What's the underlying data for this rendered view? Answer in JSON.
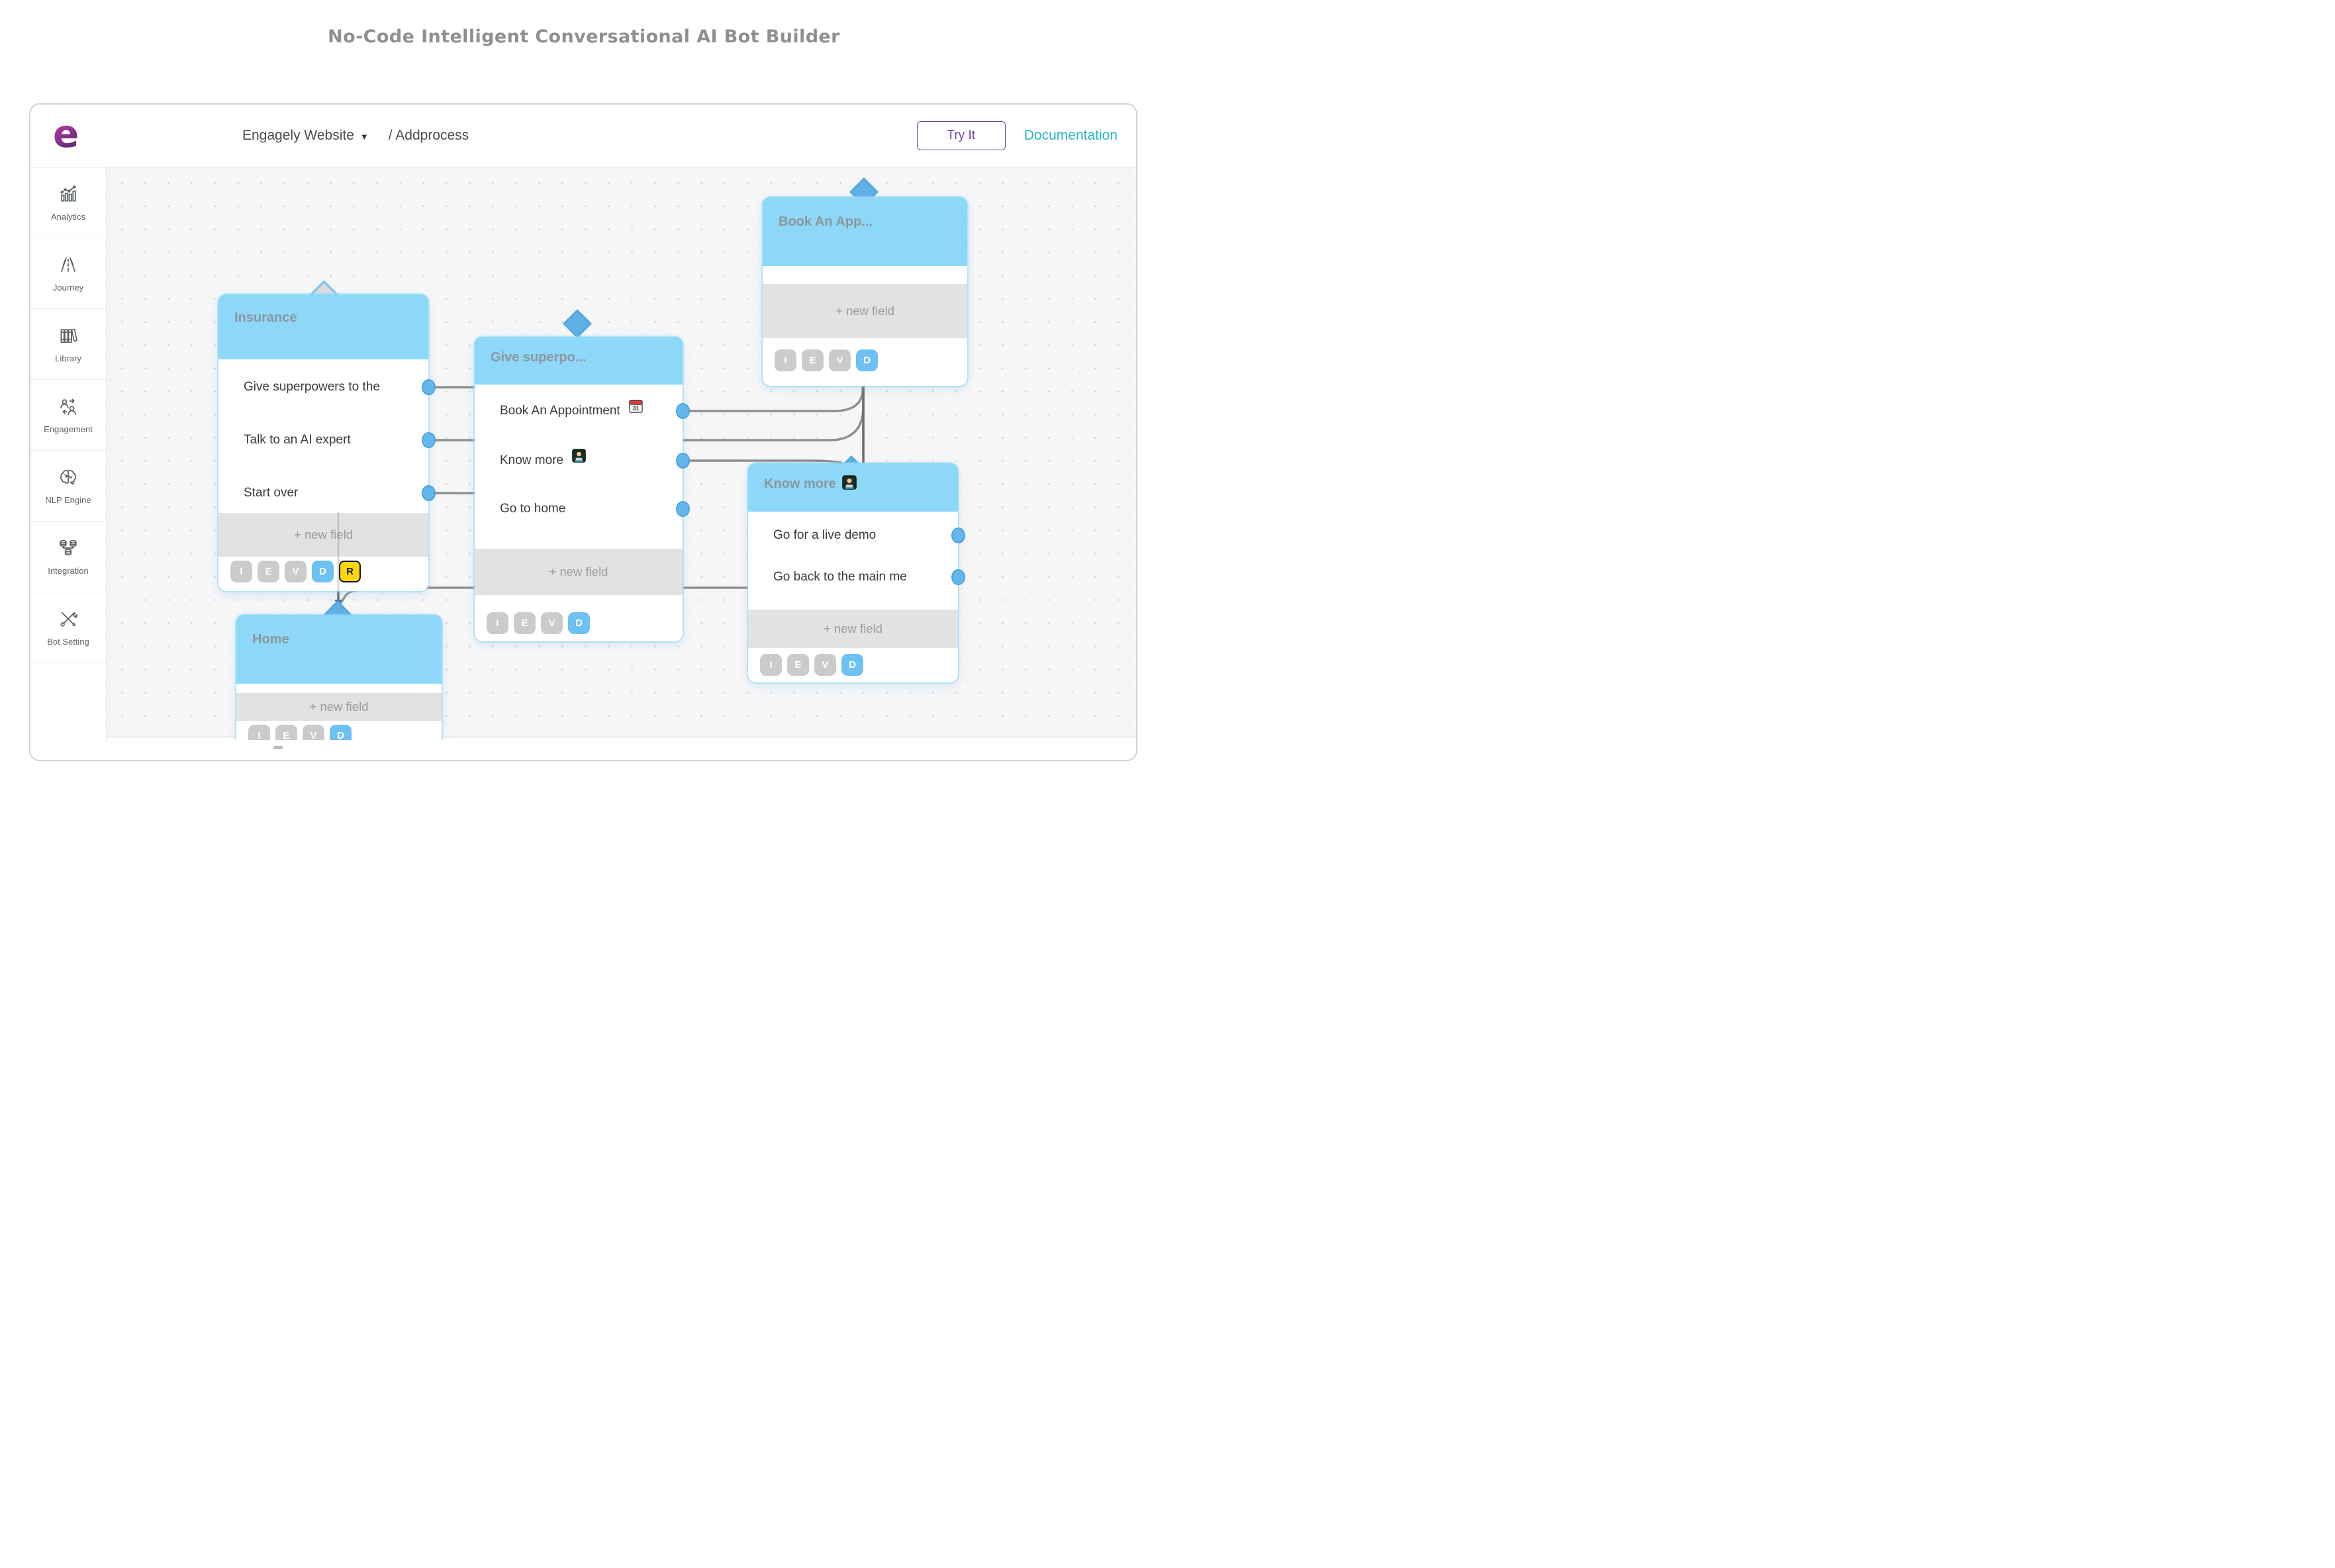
{
  "page": {
    "title": "No-Code Intelligent Conversational AI Bot Builder"
  },
  "header": {
    "logo_text": "e",
    "logo_icon": "engagely-logo",
    "bot_name": "Engagely Website",
    "path": "/ Addprocess",
    "try_it": "Try It",
    "documentation": "Documentation"
  },
  "sidebar": {
    "items": [
      {
        "label": "Analytics",
        "icon": "analytics-icon"
      },
      {
        "label": "Journey",
        "icon": "journey-icon"
      },
      {
        "label": "Library",
        "icon": "library-icon"
      },
      {
        "label": "Engagement",
        "icon": "engagement-icon"
      },
      {
        "label": "NLP Engine",
        "icon": "nlp-engine-icon"
      },
      {
        "label": "Integration",
        "icon": "integration-icon"
      },
      {
        "label": "Bot Setting",
        "icon": "bot-setting-icon"
      }
    ]
  },
  "canvas": {
    "nodes": [
      {
        "id": "insurance",
        "title": "Insurance",
        "items": [
          {
            "label": "Give superpowers to the"
          },
          {
            "label": "Talk to an AI expert"
          },
          {
            "label": "Start over"
          }
        ],
        "new_field": "+ new field",
        "buttons": [
          "I",
          "E",
          "V",
          "D",
          "R"
        ]
      },
      {
        "id": "give-superpowers",
        "title": "Give superpo...",
        "items": [
          {
            "label": "Book An Appointment",
            "icon": "calendar-icon"
          },
          {
            "label": "Know more",
            "icon": "technologist-icon"
          },
          {
            "label": "Go to home"
          }
        ],
        "new_field": "+ new field",
        "buttons": [
          "I",
          "E",
          "V",
          "D"
        ]
      },
      {
        "id": "book-an-appointment",
        "title": "Book An App...",
        "items": [],
        "new_field": "+ new field",
        "buttons": [
          "I",
          "E",
          "V",
          "D"
        ]
      },
      {
        "id": "know-more",
        "title": "Know more",
        "title_icon": "technologist-icon",
        "items": [
          {
            "label": "Go for a live demo"
          },
          {
            "label": "Go back to the main me"
          }
        ],
        "new_field": "+ new field",
        "buttons": [
          "I",
          "E",
          "V",
          "D"
        ]
      },
      {
        "id": "home",
        "title": "Home",
        "items": [],
        "new_field": "+ new field",
        "buttons": [
          "I",
          "E",
          "V",
          "D"
        ]
      }
    ]
  },
  "colors": {
    "node_header_blue": "#8dd8f8",
    "port_blue": "#63b7ec",
    "diamond_blue": "#5fb0e4",
    "diamond_grey": "#dcdcdc",
    "d_button_blue": "#6ec1f2",
    "r_button_yellow": "#ffd60a",
    "connector_grey": "#8f8f8f",
    "try_it_purple": "#6b3fa0",
    "documentation_teal": "#27b6c3",
    "title_grey": "#8f8f8f"
  }
}
